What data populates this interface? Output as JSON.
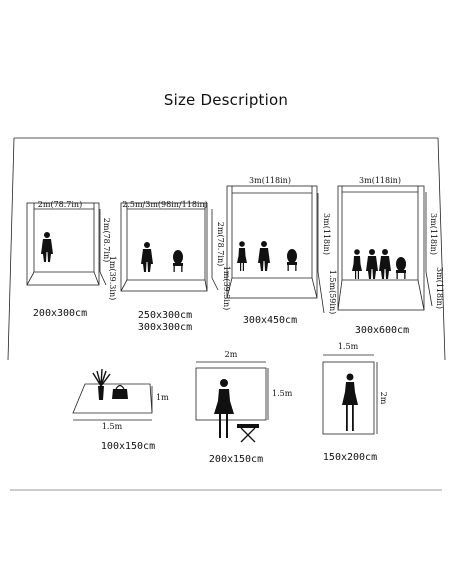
{
  "title": "Size Description",
  "panels": [
    {
      "width_label": "2m(78.7in)",
      "height_label": "2m(78.7in)",
      "floor_label": "1m(39.3in)",
      "caption": "200x300cm"
    },
    {
      "width_label": "2.5m/3m(98in/118in)",
      "height_label": "2m(78.7in)",
      "floor_label": "1m(39.3in)",
      "caption_line1": "250x300cm",
      "caption_line2": "300x300cm"
    },
    {
      "width_label": "3m(118in)",
      "height_label": "3m(118in)",
      "floor_label": "1.5m(59in)",
      "caption": "300x450cm"
    },
    {
      "width_label": "3m(118in)",
      "height_label": "3m(118in)",
      "floor_label": "3m(118in)",
      "caption": "300x600cm"
    }
  ],
  "small_panels": [
    {
      "width_label": "1.5m",
      "height_label": "1m",
      "caption": "100x150cm"
    },
    {
      "width_label": "2m",
      "height_label": "1.5m",
      "caption": "200x150cm"
    },
    {
      "width_label": "1.5m",
      "height_label": "2m",
      "caption": "150x200cm"
    }
  ]
}
